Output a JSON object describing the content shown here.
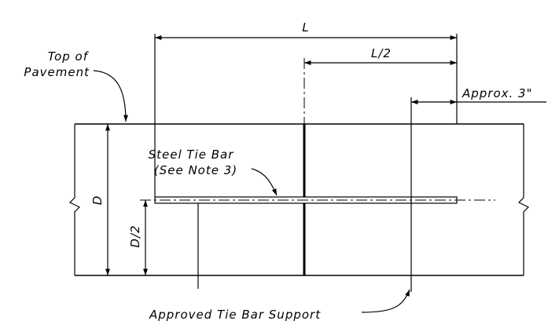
{
  "labels": {
    "length": "L",
    "half_length": "L/2",
    "approx": "Approx. 3\"",
    "top_of_pavement_line1": "Top of",
    "top_of_pavement_line2": "Pavement",
    "steel_tie_bar_line1": "Steel Tie Bar",
    "steel_tie_bar_line2": "(See Note 3)",
    "depth": "D",
    "half_depth": "D/2",
    "support": "Approved Tie Bar Support"
  }
}
